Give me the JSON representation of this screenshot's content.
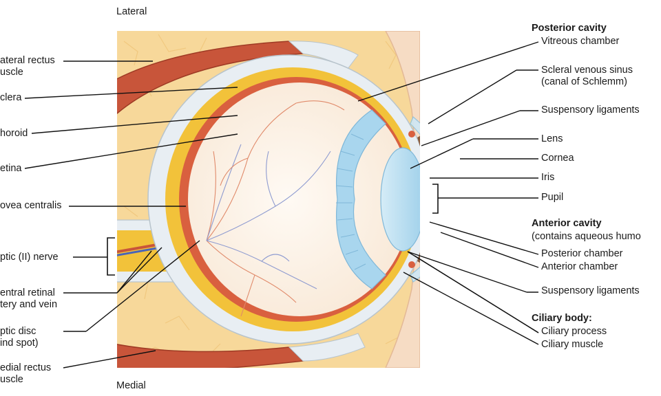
{
  "orientation": {
    "top": "Lateral",
    "bottom": "Medial"
  },
  "left_labels": {
    "lateral_rectus": [
      "ateral rectus",
      "uscle"
    ],
    "sclera": "clera",
    "choroid": "horoid",
    "retina": "etina",
    "fovea": "ovea centralis",
    "optic_nerve": "ptic (II) nerve",
    "central_retinal": [
      "entral retinal",
      "tery and vein"
    ],
    "optic_disc": [
      "ptic disc",
      "ind spot)"
    ],
    "medial_rectus": [
      "edial rectus",
      "uscle"
    ]
  },
  "right_labels": {
    "posterior_cavity_header": "Posterior cavity",
    "vitreous": "Vitreous chamber",
    "scleral_sinus": [
      "Scleral venous sinus",
      "(canal of Schlemm)"
    ],
    "suspensory_top": "Suspensory ligaments",
    "lens": "Lens",
    "cornea": "Cornea",
    "iris": "Iris",
    "pupil": "Pupil",
    "anterior_cavity_header": "Anterior cavity",
    "anterior_cavity_sub": "(contains aqueous humo",
    "posterior_chamber": "Posterior chamber",
    "anterior_chamber": "Anterior chamber",
    "suspensory_bottom": "Suspensory ligaments",
    "ciliary_body_header": "Ciliary body:",
    "ciliary_process": "Ciliary process",
    "ciliary_muscle": "Ciliary muscle"
  },
  "colors": {
    "fat": "#f7d89a",
    "muscle": "#c8553a",
    "sclera": "#e8eef3",
    "choroid": "#f2c23a",
    "retina": "#d9603f",
    "vitreous": "#fdf4ea",
    "lens": "#bfe2f2",
    "iris": "#8a5a3a",
    "skin": "#f6dcc4"
  }
}
